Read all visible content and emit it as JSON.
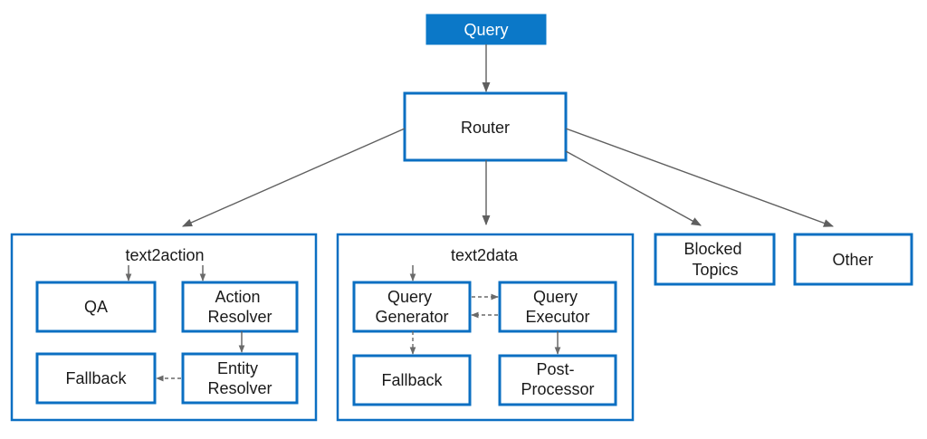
{
  "diagram": {
    "query": "Query",
    "router": "Router",
    "groups": {
      "text2action": {
        "title": "text2action",
        "qa": "QA",
        "action_resolver": [
          "Action",
          "Resolver"
        ],
        "fallback": "Fallback",
        "entity_resolver": [
          "Entity",
          "Resolver"
        ]
      },
      "text2data": {
        "title": "text2data",
        "query_generator": [
          "Query",
          "Generator"
        ],
        "query_executor": [
          "Query",
          "Executor"
        ],
        "fallback": "Fallback",
        "post_processor": [
          "Post-",
          "Processor"
        ]
      }
    },
    "blocked_topics": [
      "Blocked",
      "Topics"
    ],
    "other": "Other"
  },
  "colors": {
    "accent": "#0b6fc2",
    "query_fill": "#0b78c8",
    "edge": "#5f5f5f"
  }
}
